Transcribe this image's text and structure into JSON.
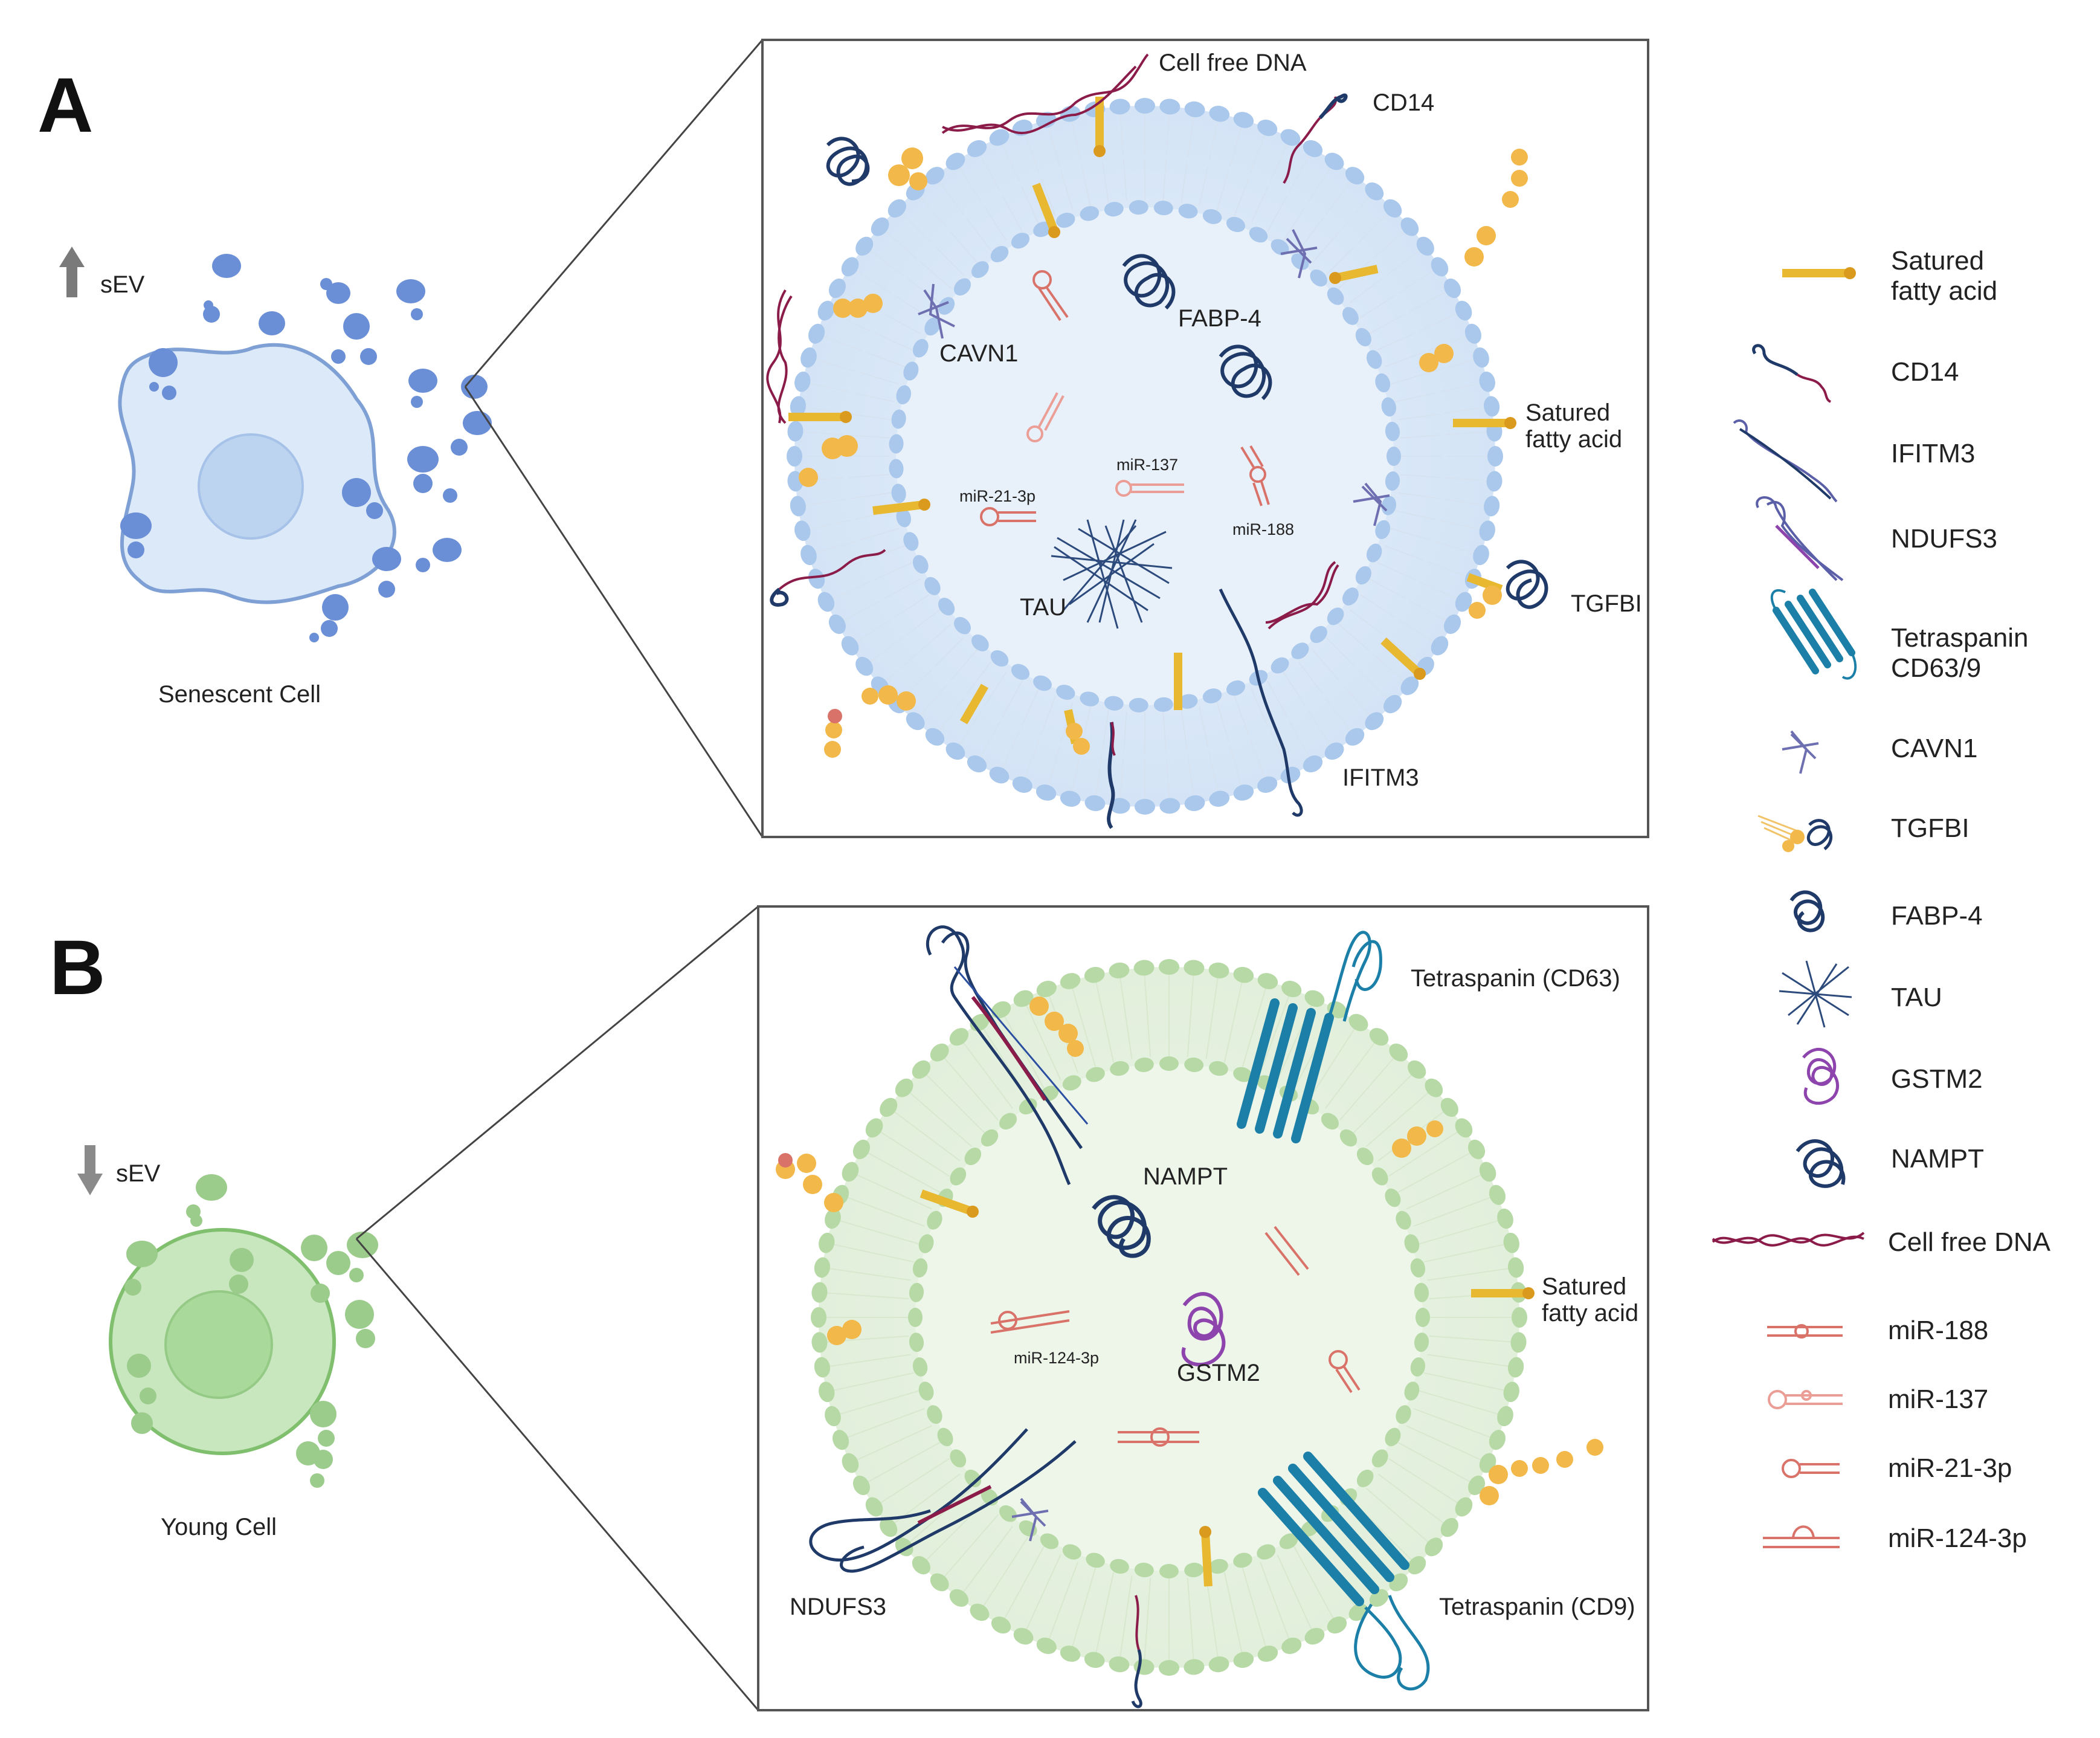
{
  "panels": [
    {
      "letter": "A",
      "arrow_label": "sEV",
      "cell_label": "Senescent Cell",
      "labels": {
        "cell_free_dna": "Cell free DNA",
        "cd14": "CD14",
        "fabp4": "FABP-4",
        "cavn1": "CAVN1",
        "fatty_line1": "Satured",
        "fatty_line2": "fatty acid",
        "mir137": "miR-137",
        "mir21": "miR-21-3p",
        "mir188": "miR-188",
        "tau": "TAU",
        "tgfbi": "TGFBI",
        "ifitm3": "IFITM3"
      }
    },
    {
      "letter": "B",
      "arrow_label": "sEV",
      "cell_label": "Young Cell",
      "labels": {
        "cd63": "Tetraspanin (CD63)",
        "nampt": "NAMPT",
        "fatty_line1": "Satured",
        "fatty_line2": "fatty acid",
        "mir124": "miR-124-3p",
        "gstm2": "GSTM2",
        "ndufs3": "NDUFS3",
        "cd9": "Tetraspanin (CD9)"
      }
    }
  ],
  "legend": [
    {
      "icon": "fatty-acid-icon",
      "line1": "Satured",
      "line2": "fatty acid"
    },
    {
      "icon": "cd14-icon",
      "line1": "CD14"
    },
    {
      "icon": "ifitm3-icon",
      "line1": "IFITM3"
    },
    {
      "icon": "ndufs3-icon",
      "line1": "NDUFS3"
    },
    {
      "icon": "tetraspanin-icon",
      "line1": "Tetraspanin",
      "line2": "CD63/9"
    },
    {
      "icon": "cavn1-icon",
      "line1": "CAVN1"
    },
    {
      "icon": "tgfbi-icon",
      "line1": "TGFBI"
    },
    {
      "icon": "fabp4-icon",
      "line1": "FABP-4"
    },
    {
      "icon": "tau-icon",
      "line1": "TAU"
    },
    {
      "icon": "gstm2-icon",
      "line1": "GSTM2"
    },
    {
      "icon": "nampt-icon",
      "line1": "NAMPT"
    },
    {
      "icon": "cell-free-dna-icon",
      "line1": "Cell free DNA"
    },
    {
      "icon": "mir188-icon",
      "line1": "miR-188"
    },
    {
      "icon": "mir137-icon",
      "line1": "miR-137"
    },
    {
      "icon": "mir21-icon",
      "line1": "miR-21-3p"
    },
    {
      "icon": "mir124-icon",
      "line1": "miR-124-3p"
    }
  ],
  "colors": {
    "senescent_cell": "#dbe9f8",
    "senescent_vesicle": "#6b8fd6",
    "senescent_membrane": "#a9c8ec",
    "young_cell": "#c9e7bf",
    "young_vesicle": "#9ccc8c",
    "young_membrane": "#b6d9a5",
    "fatty_acid": "#e8b830",
    "dark_protein": "#1f3a68",
    "mirna": "#d9736a",
    "tetraspanin": "#1b7fa8",
    "gstm2": "#8e44ad",
    "dna": "#8b1c4a"
  }
}
